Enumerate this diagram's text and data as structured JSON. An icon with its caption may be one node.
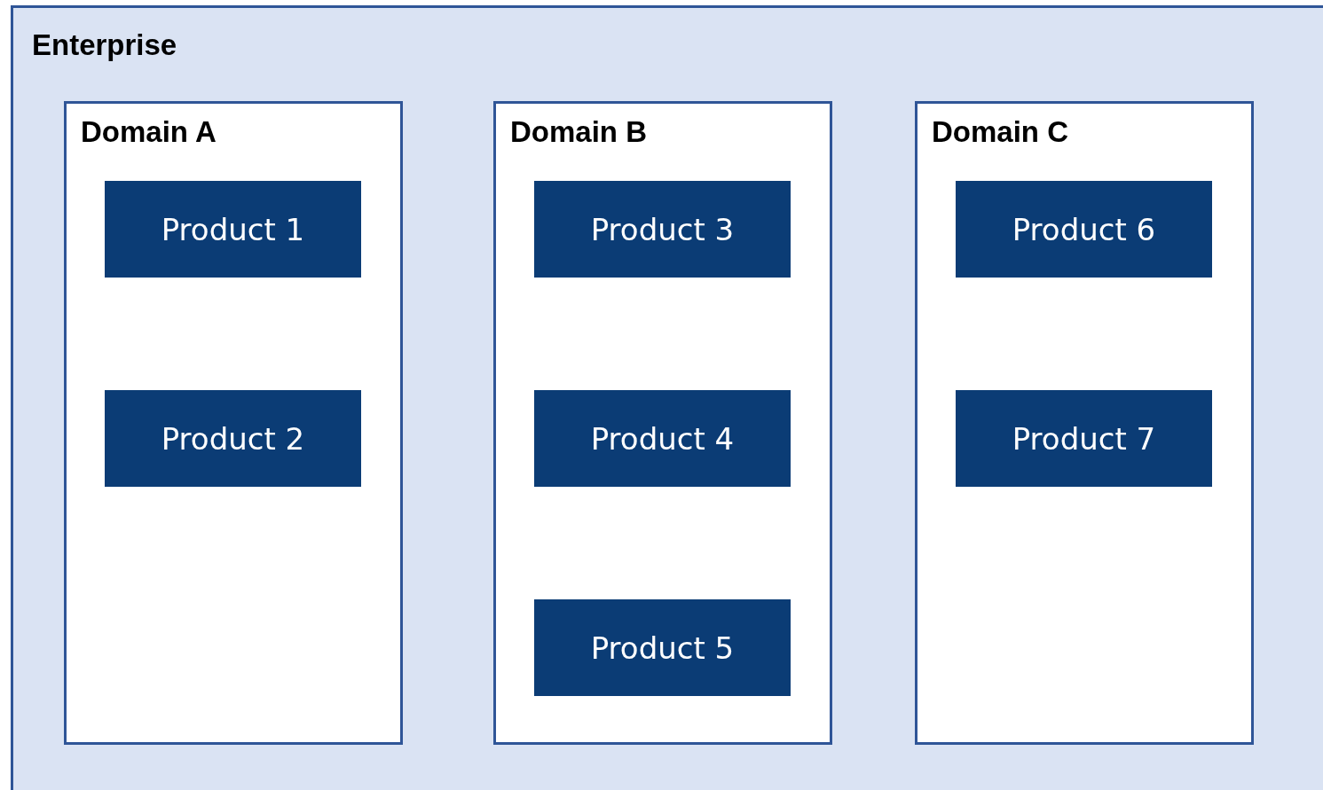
{
  "diagram": {
    "nodes": [
      {
        "text": [
          "Enterprise"
        ]
      },
      {
        "text": [
          "Domain A"
        ],
        "in": 0
      },
      {
        "text": [
          "Product 1"
        ],
        "in": 1
      },
      {
        "text": [
          "Product 2"
        ],
        "in": 1
      },
      {
        "text": [
          "Domain B"
        ],
        "in": 0
      },
      {
        "text": [
          "Product 3"
        ],
        "in": 4
      },
      {
        "text": [
          "Product 4"
        ],
        "in": 4
      },
      {
        "text": [
          "Product 5"
        ],
        "in": 4
      },
      {
        "text": [
          "Domain C"
        ],
        "in": 0
      },
      {
        "text": [
          "Product 6"
        ],
        "in": 8
      },
      {
        "text": [
          "Product 7"
        ],
        "in": 8
      }
    ]
  }
}
